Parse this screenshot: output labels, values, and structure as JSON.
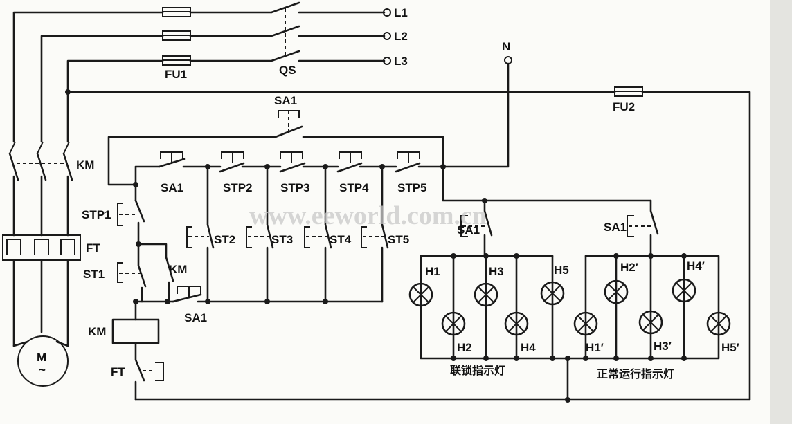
{
  "labels": {
    "L1": "L1",
    "L2": "L2",
    "L3": "L3",
    "FU1": "FU1",
    "QS": "QS",
    "N": "N",
    "FU2": "FU2",
    "SA1_top": "SA1",
    "KM_main": "KM",
    "FT_block": "FT",
    "motor": "M",
    "motor_sym": "~",
    "SA1_row": "SA1",
    "STP2": "STP2",
    "STP3": "STP3",
    "STP4": "STP4",
    "STP5": "STP5",
    "STP1": "STP1",
    "ST1": "ST1",
    "KM_aux": "KM",
    "ST2": "ST2",
    "ST3": "ST3",
    "ST4": "ST4",
    "ST5": "ST5",
    "SA1_bottom": "SA1",
    "KM_coil": "KM",
    "FT_contact": "FT",
    "SA1_lamp_left": "SA1",
    "SA1_lamp_right": "SA1",
    "H1": "H1",
    "H2": "H2",
    "H3": "H3",
    "H4": "H4",
    "H5": "H5",
    "H1p": "H1′",
    "H2p": "H2′",
    "H3p": "H3′",
    "H4p": "H4′",
    "H5p": "H5′",
    "interlock_caption": "联锁指示灯",
    "normal_caption": "正常运行指示灯"
  },
  "watermark": "www.eeworld.com.cn"
}
